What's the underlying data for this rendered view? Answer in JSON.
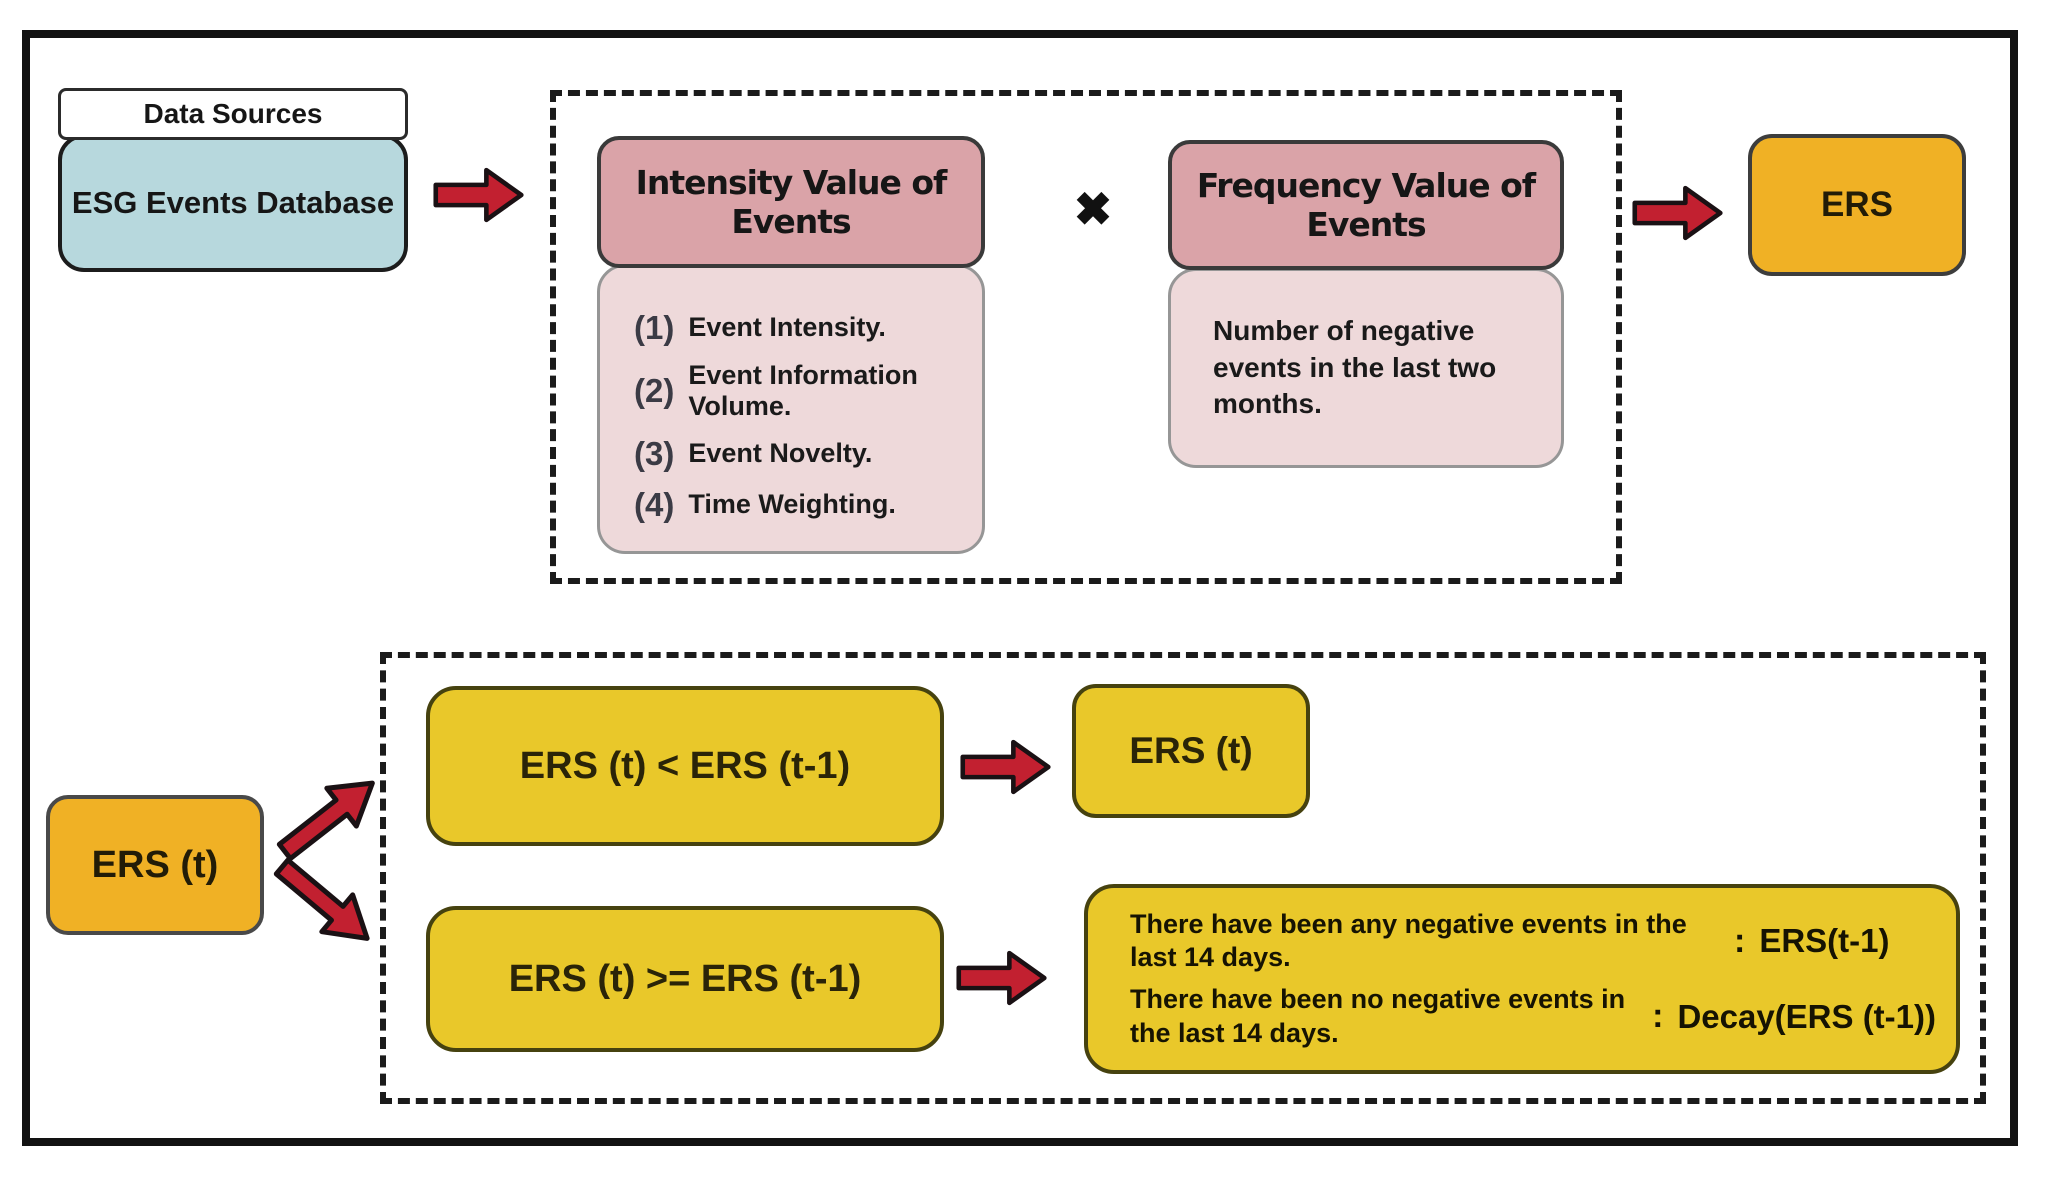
{
  "diagram": {
    "data_sources_label": "Data Sources",
    "esg_database_label": "ESG Events Database",
    "multiply_symbol": "✖",
    "intensity": {
      "title": "Intensity Value of Events",
      "items": [
        {
          "num": "(1)",
          "text": "Event Intensity."
        },
        {
          "num": "(2)",
          "text": "Event Information Volume."
        },
        {
          "num": "(3)",
          "text": "Event Novelty."
        },
        {
          "num": "(4)",
          "text": "Time Weighting."
        }
      ]
    },
    "frequency": {
      "title": "Frequency Value of Events",
      "note": "Number of negative events in the last two months."
    },
    "ers_label": "ERS",
    "update": {
      "input_label": "ERS (t)",
      "case_decrease": {
        "condition": "ERS (t) < ERS (t-1)",
        "result": "ERS (t)"
      },
      "case_increase": {
        "condition": "ERS (t) >= ERS (t-1)",
        "rules": [
          {
            "condition": "There have been any negative events in the last 14 days.",
            "colon": ":",
            "result": "ERS(t-1)"
          },
          {
            "condition": "There have been no negative events in the last 14 days.",
            "colon": ":",
            "result": "Decay(ERS (t-1))"
          }
        ]
      }
    },
    "colors": {
      "database_fill": "#b7d8dd",
      "factor_title_fill": "#daa3a8",
      "factor_detail_fill": "#eed9da",
      "score_fill": "#f0b125",
      "branch_fill": "#e9c82a",
      "arrow_fill": "#c22030",
      "border": "#1b1b1b"
    }
  }
}
